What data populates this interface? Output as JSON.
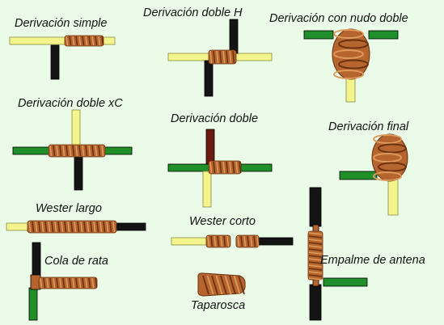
{
  "colors": {
    "background": "#eafbe7",
    "wire_yellow": "#f4f48c",
    "wire_black": "#141414",
    "wire_green": "#1f8f2a",
    "wire_darkred": "#6b1a10",
    "copper": "#b5652d",
    "copper_light": "#dd9a5c",
    "copper_dark": "#6a3210"
  },
  "labels": {
    "derivacion_simple": "Derivación simple",
    "derivacion_doble_h": "Derivación doble H",
    "derivacion_nudo_doble": "Derivación con nudo doble",
    "derivacion_doble_xc": "Derivación doble xC",
    "derivacion_doble": "Derivación doble",
    "derivacion_final": "Derivación final",
    "wester_largo": "Wester largo",
    "wester_corto": "Wester corto",
    "cola_de_rata": "Cola de rata",
    "empalme_de_antena": "Empalme de antena",
    "taparosca": "Taparosca"
  }
}
